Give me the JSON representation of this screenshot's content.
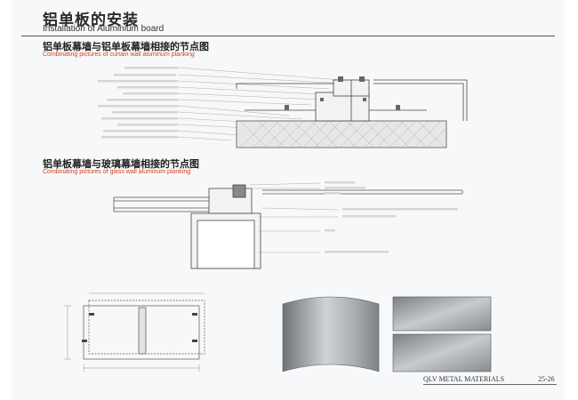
{
  "header": {
    "title_cn": "铝单板的安装",
    "title_en": "Installation of Aluminium board"
  },
  "section1": {
    "title_cn": "铝单板幕墙与铝单板幕墙相接的节点图",
    "title_en": "Combinating pictures of curtain wall aluminum planking"
  },
  "section2": {
    "title_cn": "铝单板幕墙与玻璃幕墙相接的节点图",
    "title_en": "Combinating pictures of glass wall aluminum planking"
  },
  "footer": {
    "brand": "QLV METAL MATERIALS",
    "pages": "25-26"
  },
  "colors": {
    "accent_red": "#d0421f",
    "page_bg": "#f7f8f9",
    "panel_metal": "#a8abb0"
  }
}
